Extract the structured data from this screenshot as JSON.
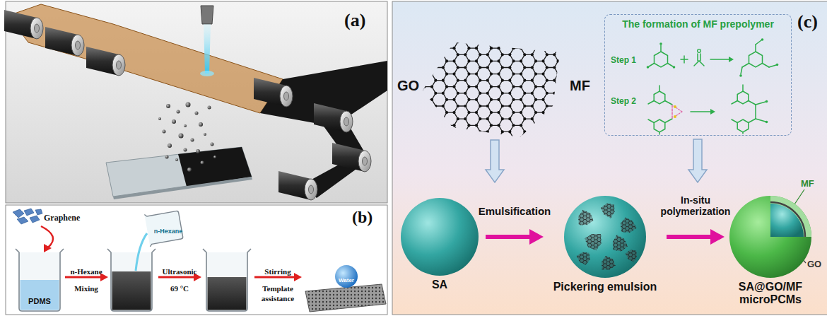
{
  "diagram": {
    "nodes": [
      {
        "text": [
          "The formation of MF prepolymer",
          "Step 1",
          "Step 2"
        ]
      },
      {
        "text": [
          "SA"
        ]
      },
      {
        "text": [
          "Pickering emulsion"
        ]
      },
      {
        "text": [
          "SA@GO/MF microPCMs"
        ]
      }
    ],
    "edges": [
      {
        "from": 1,
        "to": 2,
        "arrow": "to",
        "label": "Emulsification"
      },
      {
        "from": 2,
        "to": 3,
        "arrow": "to",
        "label": "In-situ polymerization"
      }
    ],
    "labels": [
      "(a)",
      "(b)",
      "Graphene",
      "n-Hexane",
      "PDMS",
      "n-Hexane",
      "Mixing",
      "Ultrasonic",
      "69 °C",
      "Stirring",
      "Template",
      "assistance",
      "Water",
      "(c)",
      "GO",
      "MF",
      "MF",
      "SA",
      "GO"
    ]
  }
}
